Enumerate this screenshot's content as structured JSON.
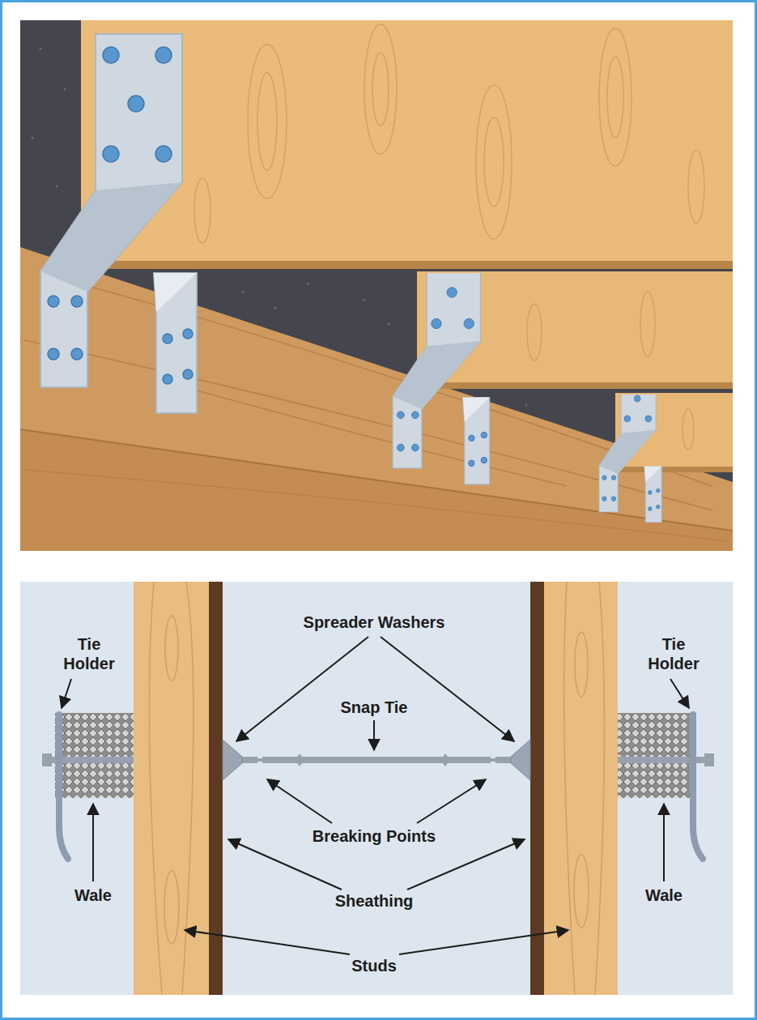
{
  "diagram": {
    "labels": [
      "Tie Holder",
      "Spreader Washers",
      "Tie Holder",
      "Snap Tie",
      "Breaking Points",
      "Wale",
      "Sheathing",
      "Wale",
      "Studs"
    ]
  }
}
